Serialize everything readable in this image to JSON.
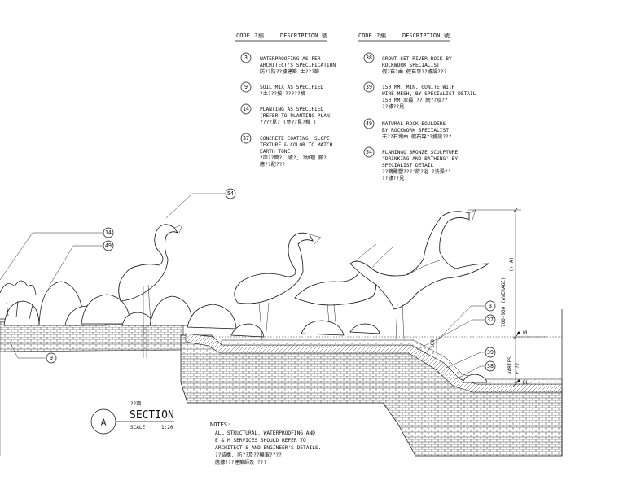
{
  "legend": {
    "header_left": {
      "code": "CODE",
      "glyph1": "?",
      "glyph2": "編",
      "description": "DESCRIPTION",
      "glyph3": "號"
    },
    "header_right": {
      "code": "CODE",
      "glyph1": "?",
      "glyph2": "編",
      "description": "DESCRIPTION",
      "glyph3": "號"
    },
    "left": [
      {
        "code": "3",
        "lines": [
          "WATERPROOFING AS PER",
          "ARCHITECT'S SPECIFICATION",
          "防??防??據建築    土???節"
        ]
      },
      {
        "code": "9",
        "lines": [
          "SOIL MIX AS SPECIFIED",
          "?土???按 ?????格"
        ]
      },
      {
        "code": "14",
        "lines": [
          "PLANTING AS SPECIFIED",
          "(REFER TO PLANTING PLAN)",
          "????見?     (參??見?種     )"
        ]
      },
      {
        "code": "37",
        "lines": [
          "CONCRETE COATING, SLOPE,",
          "TEXTURE & COLOR TO MATCH",
          "EARTH TONE",
          "?岸??面?,  坡?,  ?紋理 顏?",
          "應??配???"
        ]
      }
    ],
    "right": [
      {
        "code": "38",
        "lines": [
          "GROUT SET RIVER ROCK BY",
          "ROCKWORK SPECIALIST",
          "假?石?由  假石專??據設???"
        ]
      },
      {
        "code": "39",
        "lines": [
          "150 MM. MIN. GUNITE WITH",
          "WIRE MESH, BY SPECIALIST DETAIL",
          "150  MM   厚最   ??  網??及??",
          "??據??見"
        ]
      },
      {
        "code": "49",
        "lines": [
          "NATURAL ROCK BOULDERS",
          "BY ROCKWORK SPECIALIST",
          "天??石塊由   假石專??據設???"
        ]
      },
      {
        "code": "54",
        "lines": [
          "FLAMINGO BRONZE SCULPTURE",
          "'DRINKING AND BATHING' BY",
          "SPECIALIST DETAIL",
          "??鶴雕塑???'飲?浴    ?洗澡?'",
          "??據??見"
        ]
      }
    ]
  },
  "section": {
    "title_cn": "??面",
    "title": "SECTION",
    "scale_label": "SCALE",
    "scale_value": "1:20",
    "marker": "A"
  },
  "notes": {
    "heading": "NOTES:",
    "lines": [
      "ALL STRUCTURAL, WATERPROOFING AND",
      "E & M SERVICES SHOULD REFER TO",
      "ARCHITECT'S AND ENGINEER'S DETAILS.",
      "  ??結構,  防??及??機電????",
      "應據???建築師及 ???"
    ]
  },
  "dimensions": {
    "height_range": "700~900 (AVERAGE)",
    "height_range_2": "(+ A)",
    "varies": "VARIES",
    "varies_2": "+ ??",
    "depth": "100",
    "water_level": "WL",
    "bottom_level": "BL"
  },
  "callouts": {
    "c54": "54",
    "c14": "14",
    "c49": "49",
    "c9": "9",
    "c3": "3",
    "c37": "37",
    "c39": "39",
    "c38": "38"
  }
}
